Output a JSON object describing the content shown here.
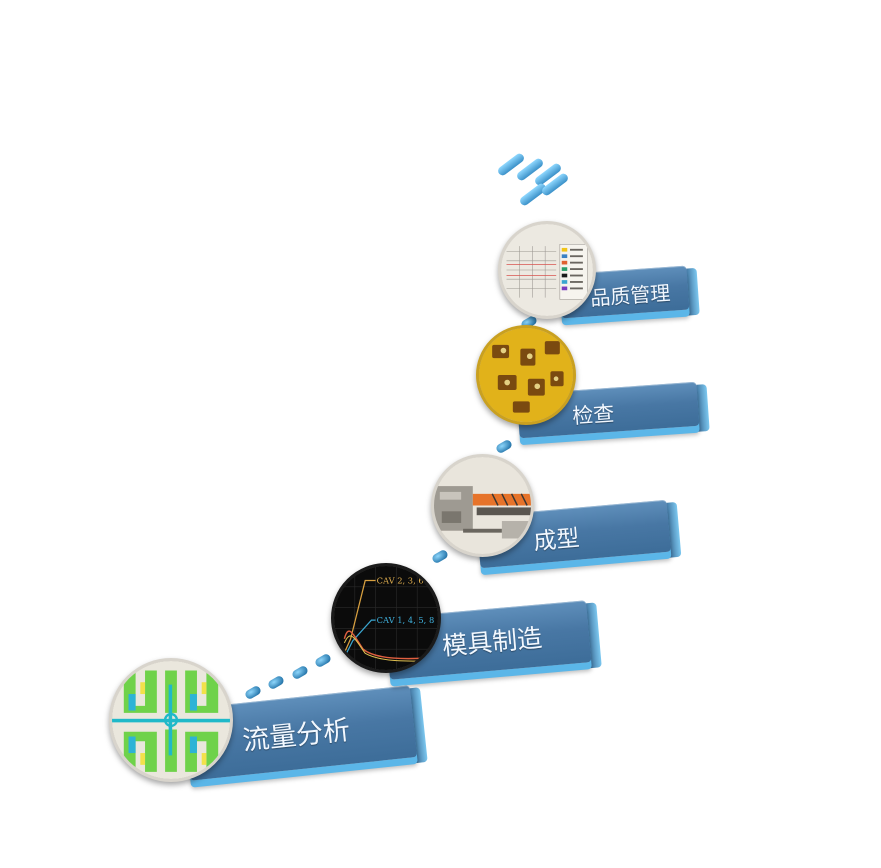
{
  "steps": [
    {
      "label": "流量分析"
    },
    {
      "label": "模具制造"
    },
    {
      "label": "成型"
    },
    {
      "label": "检查"
    },
    {
      "label": "品质管理"
    }
  ],
  "mold_chart_labels": {
    "top": "CAV 2, 3, 6",
    "bottom": "CAV 1, 4, 5, 8"
  },
  "colors": {
    "plate": "#4877a4",
    "plate_edge": "#5bb6e8",
    "connector_dot": "#2f7fb3"
  }
}
